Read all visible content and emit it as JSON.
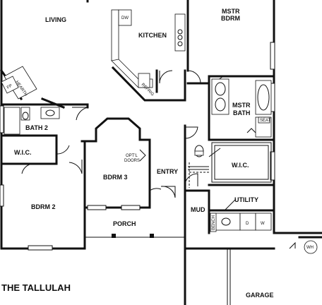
{
  "plan": {
    "title": "THE TALLULAH",
    "rooms": {
      "living": "LIVING",
      "kitchen": "KITCHEN",
      "mstr_bdrm_1": "MSTR",
      "mstr_bdrm_2": "BDRM",
      "mstr_bath_1": "MSTR",
      "mstr_bath_2": "BATH",
      "bath2": "BATH 2",
      "wic_left": "W.I.C.",
      "wic_right": "W.I.C.",
      "bdrm3": "BDRM 3",
      "bdrm2": "BDRM 2",
      "entry": "ENTRY",
      "utility": "UTILITY",
      "mud": "MUD",
      "porch": "PORCH",
      "garage": "GARAGE"
    },
    "fixtures": {
      "dw": "DW",
      "refrig": "REFRIG",
      "hearth": "HEARTH",
      "fp": "FP",
      "seat": "SEAT",
      "optl_doors_1": "OPT'L",
      "optl_doors_2": "DOORS",
      "bench": "BENCH",
      "dryer": "D",
      "washer": "W",
      "water_heater": "WH"
    }
  }
}
